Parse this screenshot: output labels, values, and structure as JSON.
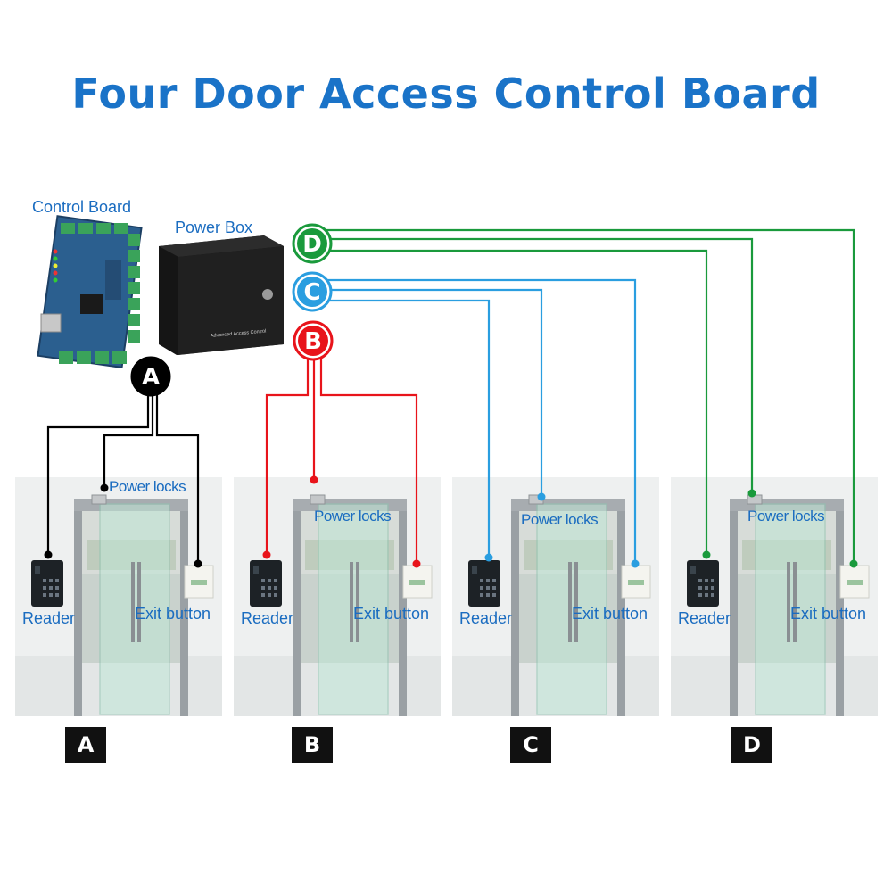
{
  "title": "Four Door Access Control Board",
  "control_board_label": "Control Board",
  "power_box_label": "Power Box",
  "power_box_text": "Advanced Access Control",
  "hubs": [
    {
      "letter": "A",
      "color": "#000000"
    },
    {
      "letter": "B",
      "color": "#e8141b"
    },
    {
      "letter": "C",
      "color": "#2a9ee0"
    },
    {
      "letter": "D",
      "color": "#1a9a3c"
    }
  ],
  "doors": [
    {
      "letter": "A",
      "locks_label": "Power locks",
      "reader_label": "Reader",
      "exit_label": "Exit button",
      "wire_color": "#000000"
    },
    {
      "letter": "B",
      "locks_label": "Power locks",
      "reader_label": "Reader",
      "exit_label": "Exit button",
      "wire_color": "#e8141b"
    },
    {
      "letter": "C",
      "locks_label": "Power locks",
      "reader_label": "Reader",
      "exit_label": "Exit button",
      "wire_color": "#2a9ee0"
    },
    {
      "letter": "D",
      "locks_label": "Power locks",
      "reader_label": "Reader",
      "exit_label": "Exit button",
      "wire_color": "#1a9a3c"
    }
  ]
}
